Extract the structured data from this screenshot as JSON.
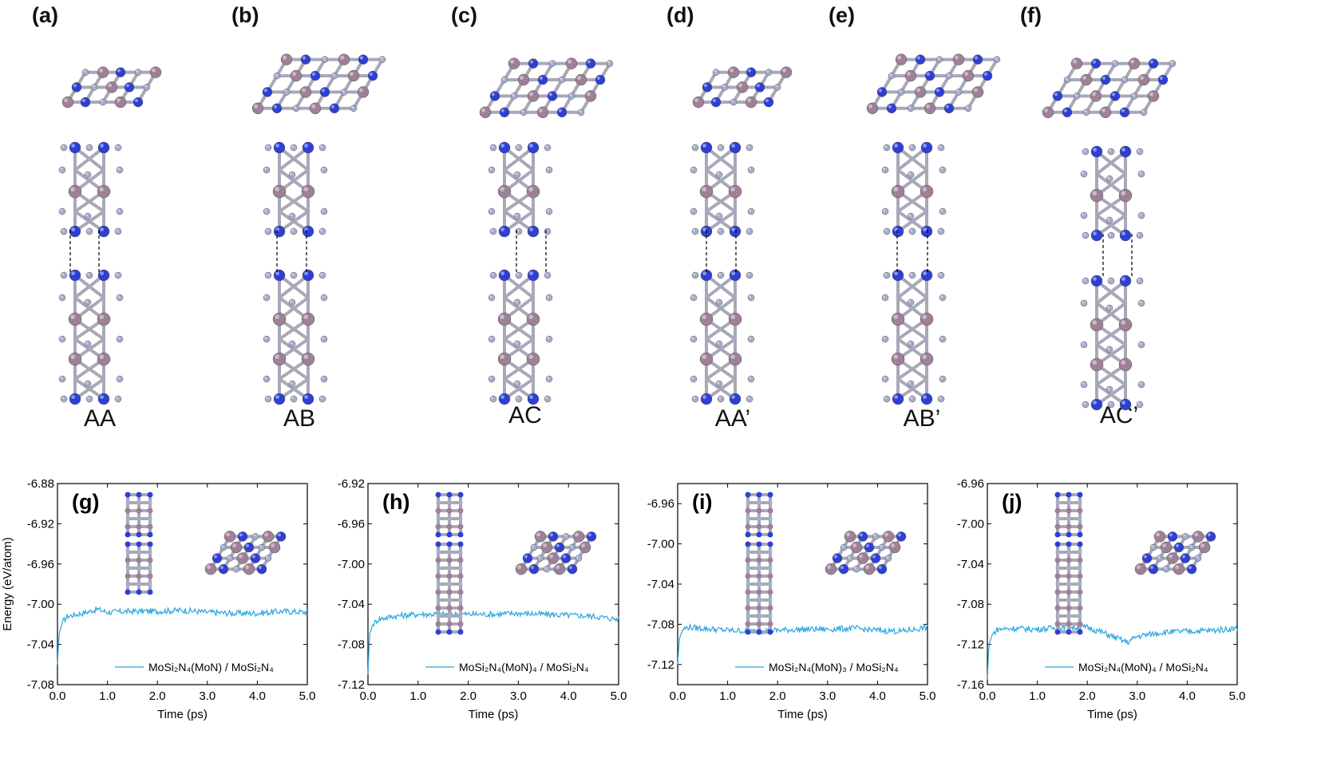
{
  "top_panels": [
    {
      "letter": "(a)",
      "stacking": "AA"
    },
    {
      "letter": "(b)",
      "stacking": "AB"
    },
    {
      "letter": "(c)",
      "stacking": "AC"
    },
    {
      "letter": "(d)",
      "stacking": "AA’"
    },
    {
      "letter": "(e)",
      "stacking": "AB’"
    },
    {
      "letter": "(f)",
      "stacking": "AC’"
    }
  ],
  "colors": {
    "mo": "#9e8098",
    "n": "#2f3fd4",
    "si": "#a6aed0",
    "curve": "#2aa6df",
    "bond": "#a8a8b8"
  },
  "chart_data": [
    {
      "type": "line",
      "letter": "(g)",
      "xlabel": "Time (ps)",
      "ylabel": "Energy (eV/atom)",
      "xlim": [
        0,
        5
      ],
      "ylim": [
        -7.08,
        -6.88
      ],
      "xticks": [
        "0.0",
        "1.0",
        "2.0",
        "3.0",
        "4.0",
        "5.0"
      ],
      "yticks": [
        "-7.08",
        "-7.04",
        "-7.00",
        "-6.96",
        "-6.92",
        "-6.88"
      ],
      "legend": "MoSi₂N₄(MoN) / MoSi₂N₄",
      "series": [
        {
          "x": [
            0,
            0.03,
            0.1,
            0.2,
            0.5,
            0.8,
            1.0,
            1.5,
            2.0,
            2.5,
            3.0,
            3.5,
            4.0,
            4.5,
            5.0
          ],
          "y": [
            -7.06,
            -7.03,
            -7.018,
            -7.012,
            -7.009,
            -7.005,
            -7.008,
            -7.007,
            -7.007,
            -7.006,
            -7.008,
            -7.009,
            -7.009,
            -7.007,
            -7.008
          ]
        }
      ]
    },
    {
      "type": "line",
      "letter": "(h)",
      "xlabel": "Time (ps)",
      "ylabel": "",
      "xlim": [
        0,
        5
      ],
      "ylim": [
        -7.12,
        -6.92
      ],
      "xticks": [
        "0.0",
        "1.0",
        "2.0",
        "3.0",
        "4.0",
        "5.0"
      ],
      "yticks": [
        "-7.12",
        "-7.08",
        "-7.04",
        "-7.00",
        "-6.96",
        "-6.92"
      ],
      "legend": "MoSi₂N₄(MoN)₄ / MoSi₂N₄",
      "series": [
        {
          "x": [
            0,
            0.03,
            0.1,
            0.2,
            0.5,
            1.0,
            1.5,
            2.0,
            2.5,
            3.0,
            3.5,
            4.0,
            4.5,
            5.0
          ],
          "y": [
            -7.11,
            -7.07,
            -7.06,
            -7.055,
            -7.052,
            -7.05,
            -7.05,
            -7.05,
            -7.05,
            -7.049,
            -7.05,
            -7.051,
            -7.052,
            -7.055
          ]
        }
      ]
    },
    {
      "type": "line",
      "letter": "(i)",
      "xlabel": "Time (ps)",
      "ylabel": "",
      "xlim": [
        0,
        5
      ],
      "ylim": [
        -7.14,
        -6.94
      ],
      "xticks": [
        "0.0",
        "1.0",
        "2.0",
        "3.0",
        "4.0",
        "5.0"
      ],
      "yticks": [
        "-7.12",
        "-7.08",
        "-7.04",
        "-7.00",
        "-6.96"
      ],
      "legend": "MoSi₂N₄(MoN)₃ / MoSi₂N₄",
      "series": [
        {
          "x": [
            0,
            0.03,
            0.1,
            0.2,
            0.5,
            1.0,
            1.5,
            2.0,
            2.5,
            3.0,
            3.5,
            4.0,
            4.5,
            5.0
          ],
          "y": [
            -7.12,
            -7.095,
            -7.085,
            -7.083,
            -7.084,
            -7.086,
            -7.087,
            -7.086,
            -7.085,
            -7.085,
            -7.084,
            -7.086,
            -7.087,
            -7.083
          ]
        }
      ]
    },
    {
      "type": "line",
      "letter": "(j)",
      "xlabel": "Time (ps)",
      "ylabel": "",
      "xlim": [
        0,
        5
      ],
      "ylim": [
        -7.16,
        -6.96
      ],
      "xticks": [
        "0.0",
        "1.0",
        "2.0",
        "3.0",
        "4.0",
        "5.0"
      ],
      "yticks": [
        "-7.16",
        "-7.12",
        "-7.08",
        "-7.04",
        "-7.00",
        "-6.96"
      ],
      "legend": "MoSi₂N₄(MoN)₄ / MoSi₂N₄",
      "series": [
        {
          "x": [
            0,
            0.03,
            0.1,
            0.2,
            0.5,
            1.0,
            1.5,
            2.0,
            2.3,
            2.6,
            2.8,
            3.0,
            3.5,
            4.0,
            4.5,
            5.0
          ],
          "y": [
            -7.155,
            -7.12,
            -7.11,
            -7.105,
            -7.104,
            -7.105,
            -7.103,
            -7.103,
            -7.108,
            -7.114,
            -7.118,
            -7.112,
            -7.108,
            -7.107,
            -7.106,
            -7.104
          ]
        }
      ]
    }
  ]
}
